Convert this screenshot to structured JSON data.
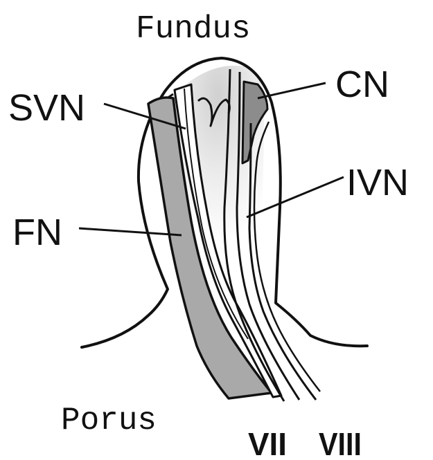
{
  "labels": {
    "fundus": "Fundus",
    "porus": "Porus",
    "svn": "SVN",
    "cn": "CN",
    "ivn": "IVN",
    "fn": "FN",
    "vii": "VII",
    "viii": "VIII"
  },
  "colors": {
    "ink": "#111111",
    "facial_nerve_fill": "#a9a9a9",
    "cochlear_nerve_fill": "#8c8c8c",
    "fundus_glow": "#d8d8d8",
    "background": "#ffffff"
  }
}
